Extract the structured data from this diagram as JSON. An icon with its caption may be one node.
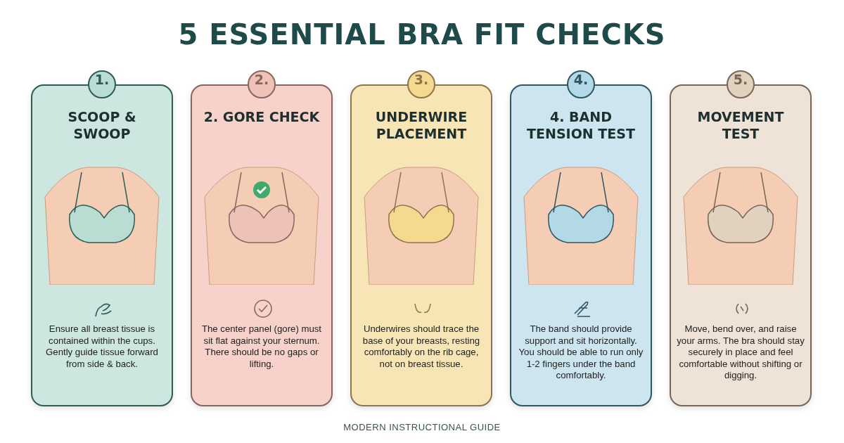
{
  "diagram": {
    "title": "5 ESSENTIAL BRA FIT CHECKS",
    "nodes": [
      {
        "text": [
          "1."
        ]
      },
      {
        "text": [
          "SCOOP & SWOOP",
          "Ensure all breast tissue is contained within the cups. Gently guide tissue forward from side & back."
        ]
      },
      {
        "text": [
          "2."
        ]
      },
      {
        "text": [
          "2. GORE CHECK",
          "The center panel (gore) must sit flat against your sternum. There should be no gaps or lifting."
        ]
      },
      {
        "text": [
          "3."
        ]
      },
      {
        "text": [
          "UNDERWIRE PLACEMENT",
          "Underwires should trace the base of your breasts, resting comfortably on the rib cage, not on breast tissue."
        ]
      },
      {
        "text": [
          "4."
        ]
      },
      {
        "text": [
          "4. BAND TENSION TEST",
          "The band should provide support and sit horizontally. You should be able to run only 1-2 fingers under the band comfortably."
        ]
      },
      {
        "text": [
          "5."
        ]
      },
      {
        "text": [
          "MOVEMENT TEST",
          "Move, bend over, and raise your arms. The bra should stay securely in place and feel comfortable without shifting or digging."
        ]
      }
    ],
    "labels": [
      "MODERN INSTRUCTIONAL GUIDE"
    ]
  }
}
